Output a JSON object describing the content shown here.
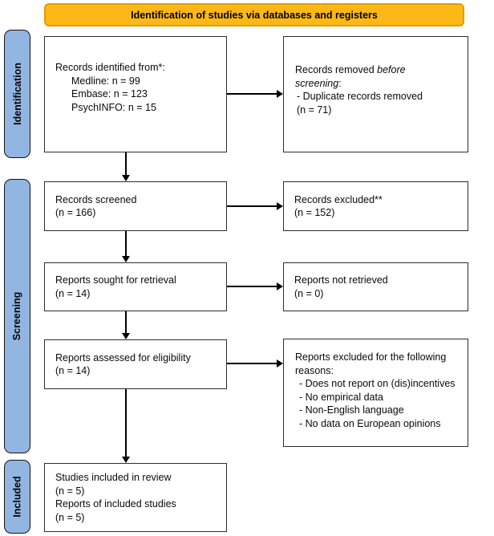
{
  "header": {
    "title": "Identification of studies via databases and registers"
  },
  "sidebar": {
    "identification": "Identification",
    "screening": "Screening",
    "included": "Included"
  },
  "boxes": {
    "records_identified": {
      "title": "Records identified from*:",
      "items": [
        "Medline: n = 99",
        "Embase: n = 123",
        "PsychINFO: n = 15"
      ]
    },
    "records_removed": {
      "l1_normal": "Records removed ",
      "l1_italic": "before",
      "l2_italic": "screening",
      "l2_suffix": ":",
      "items": [
        "- Duplicate records removed",
        "(n = 71)"
      ]
    },
    "records_screened": {
      "line1": "Records screened",
      "line2": "(n = 166)"
    },
    "records_excluded": {
      "line1": "Records excluded**",
      "line2": "(n = 152)"
    },
    "reports_sought": {
      "line1": "Reports sought for retrieval",
      "line2": "(n = 14)"
    },
    "reports_not_retrieved": {
      "line1": "Reports not retrieved",
      "line2": "(n = 0)"
    },
    "reports_assessed": {
      "line1": "Reports assessed for eligibility",
      "line2": "(n = 14)"
    },
    "reports_excluded_reasons": {
      "title_line1": "Reports excluded for the following",
      "title_line2": "reasons:",
      "items": [
        "- Does not report on (dis)incentives",
        "- No empirical data",
        "- Non-English language",
        "- No data on European opinions"
      ]
    },
    "included_studies": {
      "lines": [
        "Studies included in review",
        "(n = 5)",
        "Reports of included studies",
        "(n = 5)"
      ]
    }
  },
  "colors": {
    "header_fill": "#FBB817",
    "header_border": "#E29C00",
    "stage_fill": "#92B5E2",
    "box_border": "#2d2d2d",
    "arrow": "#000000"
  }
}
